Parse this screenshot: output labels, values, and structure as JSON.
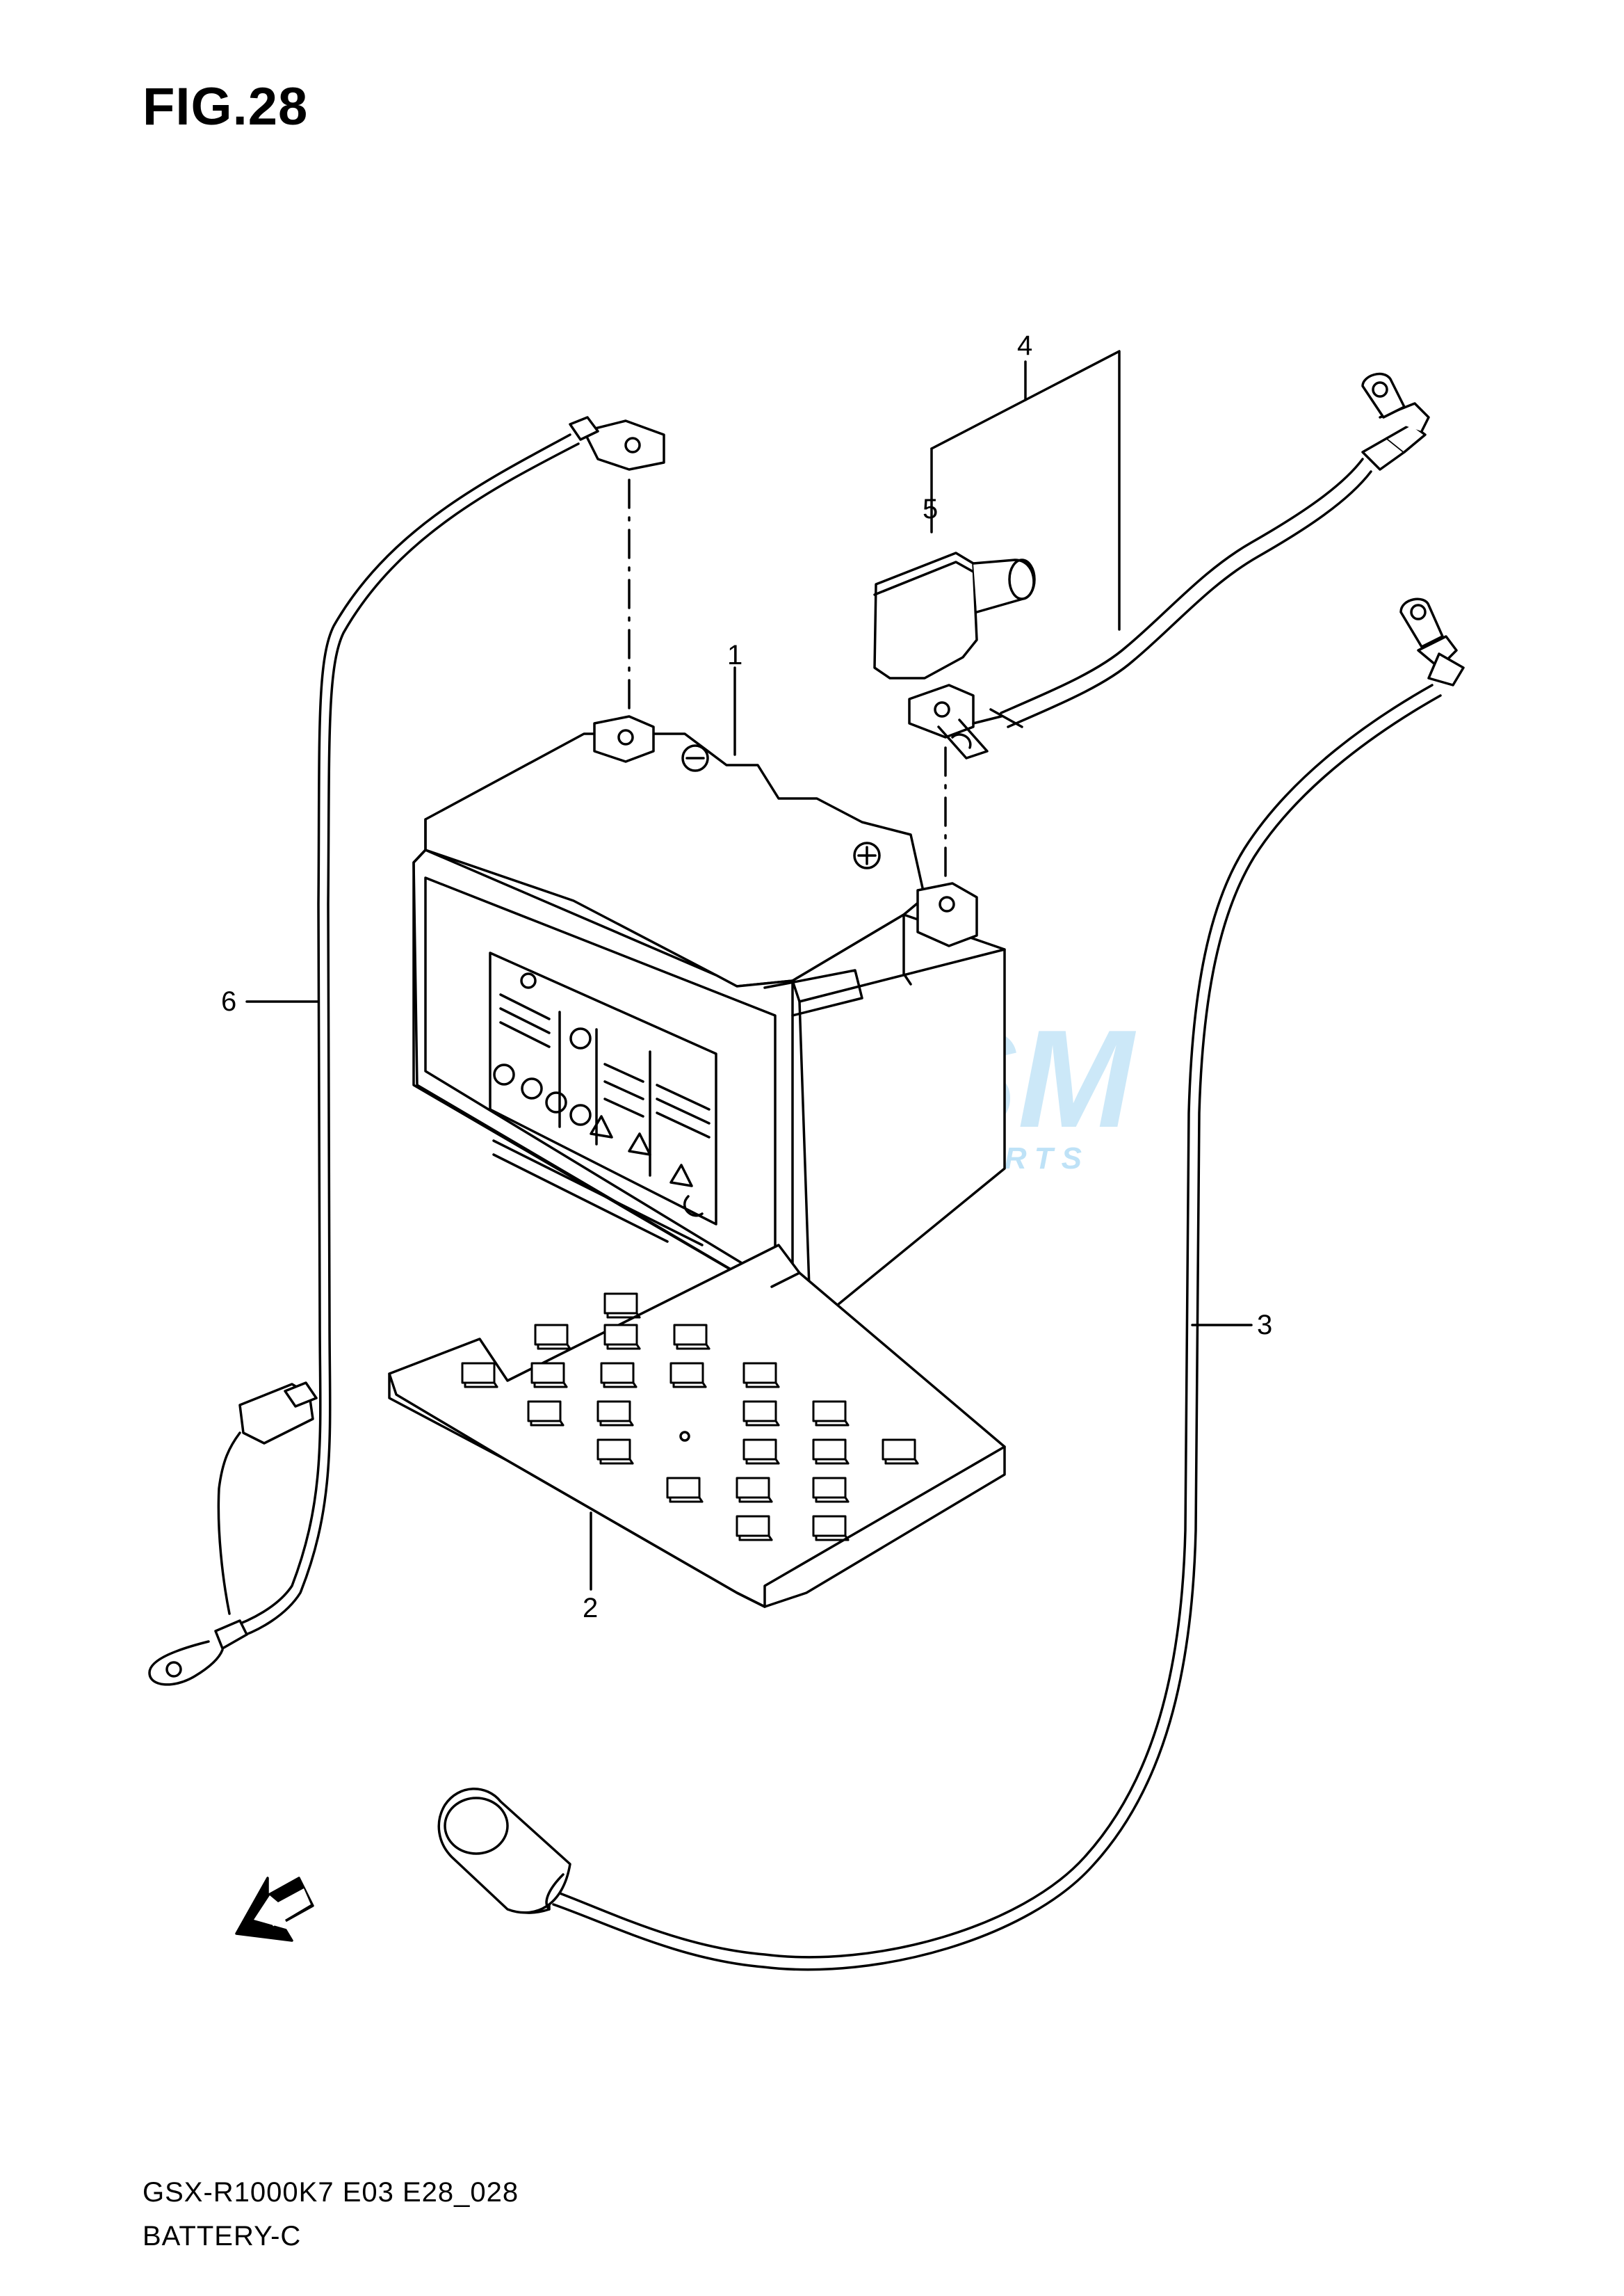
{
  "figure": {
    "title": "FIG.28"
  },
  "callouts": [
    {
      "number": "1",
      "part": "battery"
    },
    {
      "number": "2",
      "part": "battery tray"
    },
    {
      "number": "3",
      "part": "positive lead wire"
    },
    {
      "number": "4",
      "part": "cap assembly"
    },
    {
      "number": "5",
      "part": "terminal cap"
    },
    {
      "number": "6",
      "part": "negative lead wire"
    }
  ],
  "direction_marker": {
    "label": "FWD",
    "icon": "fwd-arrow-icon"
  },
  "watermark": {
    "brand": "OSM",
    "tagline": "MOTORPARTS",
    "color": "#58b4e8"
  },
  "footer": {
    "code": "GSX-R1000K7 E03 E28_028",
    "group": "BATTERY-C"
  },
  "colors": {
    "line": "#000000",
    "background": "#ffffff"
  }
}
